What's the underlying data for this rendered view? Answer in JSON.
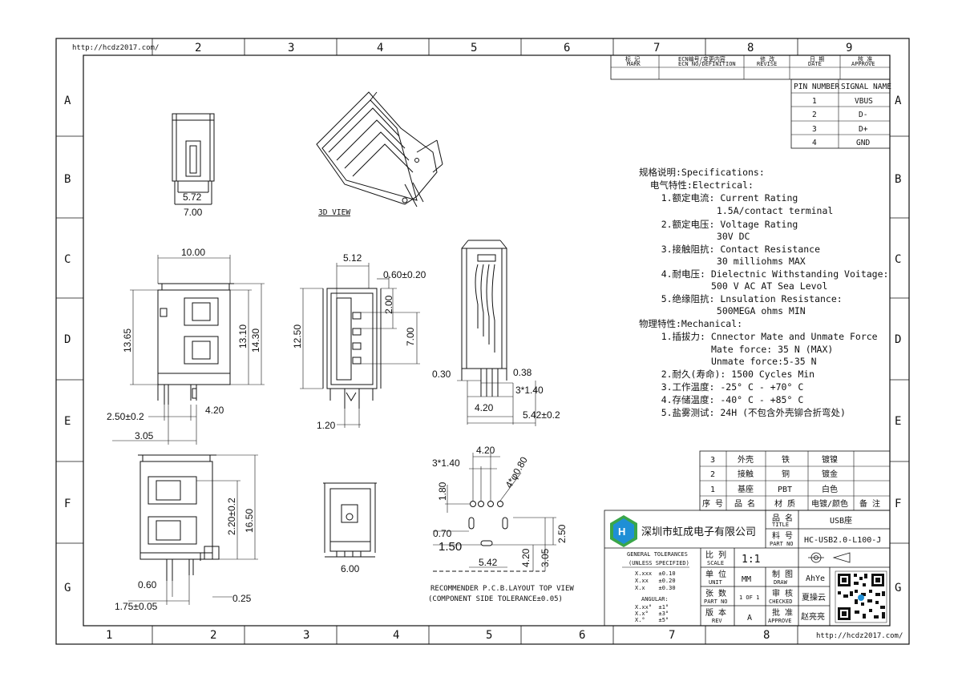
{
  "frame": {
    "url_top": "http://hcdz2017.com/",
    "url_bottom": "http://hcdz2017.com/",
    "cols_top": [
      "2",
      "3",
      "4",
      "5",
      "6",
      "7",
      "8",
      "9"
    ],
    "cols_bottom": [
      "1",
      "2",
      "3",
      "4",
      "5",
      "6",
      "7",
      "8"
    ],
    "rows": [
      "A",
      "B",
      "C",
      "D",
      "E",
      "F",
      "G"
    ]
  },
  "revision_table": {
    "headers": [
      {
        "cn": "标 记",
        "en": "MARK"
      },
      {
        "cn": "ECN编号/变更内容",
        "en": "ECN NO/DEFINITION"
      },
      {
        "cn": "修 改",
        "en": "REVISE"
      },
      {
        "cn": "日 期",
        "en": "DATE"
      },
      {
        "cn": "核 准",
        "en": "APPROVE"
      }
    ]
  },
  "pin_table": {
    "headers": [
      "PIN NUMBER",
      "SIGNAL NAME"
    ],
    "rows": [
      [
        "1",
        "VBUS"
      ],
      [
        "2",
        "D-"
      ],
      [
        "3",
        "D+"
      ],
      [
        "4",
        "GND"
      ]
    ]
  },
  "view_labels": {
    "view3d": "3D VIEW",
    "pcb_title": "RECOMMENDER P.C.B.LAYOUT TOP VIEW",
    "pcb_sub": "(COMPONENT SIDE TOLERANCE±0.05)"
  },
  "dims": {
    "d572": "5.72",
    "d700": "7.00",
    "d1000": "10.00",
    "d1365": "13.65",
    "d1310": "13.10",
    "d1430": "14.30",
    "d250": "2.50±0.2",
    "d420a": "4.20",
    "d305a": "3.05",
    "d512": "5.12",
    "d060020": "0.60±0.20",
    "d200": "2.00",
    "d1250": "12.50",
    "d700b": "7.00",
    "d120": "1.20",
    "d030": "0.30",
    "d038": "0.38",
    "d3x140": "3*1.40",
    "d420b": "4.20",
    "d542a": "5.42±0.2",
    "d220": "2.20±0.2",
    "d1650": "16.50",
    "d060": "0.60",
    "d175": "1.75±0.05",
    "d025": "0.25",
    "d600": "6.00",
    "p420": "4.20",
    "p3x140": "3*1.40",
    "p4phi": "4*φ0.80",
    "p180": "1.80",
    "p070": "0.70",
    "p150": "1.50",
    "p250": "2.50",
    "p420b": "4.20",
    "p305": "3.05",
    "p542": "5.42"
  },
  "specs": [
    "规格说明:Specifications:",
    "  电气特性:Electrical:",
    "    1.额定电流: Current Rating",
    "              1.5A/contact terminal",
    "    2.额定电压: Voltage Rating",
    "              30V DC",
    "    3.接触阻抗: Contact Resistance",
    "              30 milliohms MAX",
    "    4.耐电压: Dielectnic Withstanding Voitage:",
    "             500 V AC AT Sea Levol",
    "    5.绝缘阻抗: Lnsulation Resistance:",
    "              500MEGA ohms MIN",
    "物理特性:Mechanical:",
    "    1.插拔力: Cnnector Mate and Unmate Force",
    "             Mate force: 35 N (MAX)",
    "             Unmate force:5-35 N",
    "    2.耐久(寿命): 1500 Cycles Min",
    "    3.工作温度: -25° C - +70° C",
    "    4.存储温度: -40° C - +85° C",
    "    5.盐雾测试: 24H (不包含外壳铆合折弯处)"
  ],
  "bom": {
    "rows": [
      [
        "3",
        "外壳",
        "铁",
        "镀镍",
        ""
      ],
      [
        "2",
        "接触",
        "铜",
        "镀金",
        ""
      ],
      [
        "1",
        "基座",
        "PBT",
        "白色",
        ""
      ]
    ],
    "header": [
      "序 号",
      "品 名",
      "材 质",
      "电镀/颜色",
      "备 注"
    ]
  },
  "title_block": {
    "company": "深圳市虹成电子有限公司",
    "title_label_cn": "品 名",
    "title_label_en": "TITLE",
    "title_value": "USB座",
    "part_label_cn": "料 号",
    "part_label_en": "PART NO",
    "part_value": "HC-USB2.0-L100-J",
    "tol_title": "GENERAL TOLERANCES",
    "tol_sub": "(UNLESS SPECIFIED)",
    "tol_lines": [
      "X.xxx  ±0.10",
      "X.xx   ±0.20",
      "X.x    ±0.30"
    ],
    "ang_title": "ANGULAR:",
    "ang_lines": [
      "X.xx°  ±1°",
      "X.x°   ±3°",
      "X.°    ±5°"
    ],
    "scale_cn": "比 列",
    "scale_en": "SCALE",
    "scale_value": "1:1",
    "unit_cn": "单 位",
    "unit_en": "UNIT",
    "unit_value": "MM",
    "sheet_cn": "张 数",
    "sheet_en": "PART NO",
    "sheet_value": "1 OF 1",
    "rev_cn": "版 本",
    "rev_en": "REV",
    "rev_value": "A",
    "draw_cn": "制 图",
    "draw_en": "DRAW",
    "draw_value": "AhYe",
    "check_cn": "审 核",
    "check_en": "CHECKED",
    "check_value": "夏操云",
    "approve_cn": "批 准",
    "approve_en": "APPROVE",
    "approve_value": "赵亮亮"
  },
  "colors": {
    "line": "#111111",
    "logo_blue": "#1f8fd6",
    "logo_green": "#3aa64a"
  }
}
